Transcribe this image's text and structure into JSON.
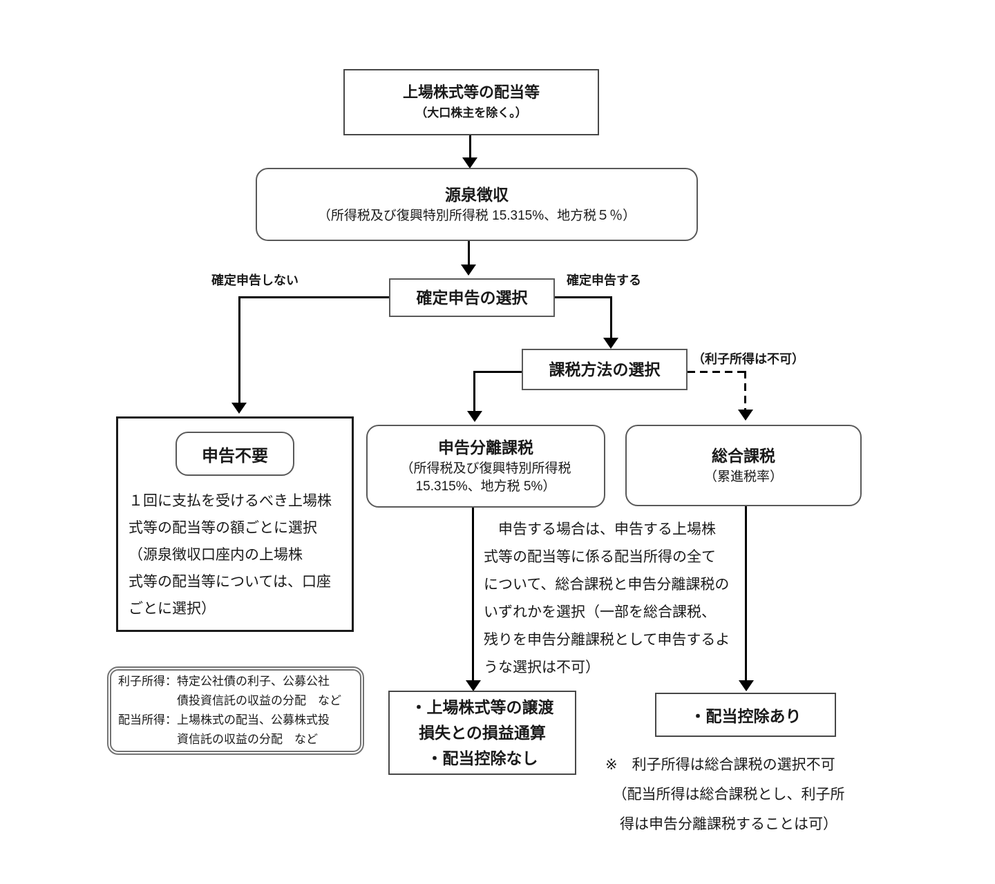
{
  "diagram": {
    "title_box": {
      "title": "上場株式等の配当等",
      "subtitle": "（大口株主を除く。）"
    },
    "withholding_box": {
      "title": "源泉徴収",
      "subtitle": "（所得税及び復興特別所得税 15.315%、地方税５％）"
    },
    "filing_decision_box": {
      "label": "確定申告の選択"
    },
    "branch_no_filing_label": "確定申告しない",
    "branch_filing_label": "確定申告する",
    "method_decision_box": {
      "label": "課税方法の選択"
    },
    "interest_not_allowed_label": "（利子所得は不可）",
    "no_declaration_box": {
      "title": "申告不要",
      "body": "１回に支払を受けるべき上場株\n式等の配当等の額ごとに選択\n（源泉徴収口座内の上場株\n式等の配当等については、口座\nごとに選択）"
    },
    "separate_tax_box": {
      "title": "申告分離課税",
      "subtitle": "（所得税及び復興特別所得税\n15.315%、地方税 5%）"
    },
    "comprehensive_tax_box": {
      "title": "総合課税",
      "subtitle": "（累進税率）"
    },
    "filing_note": "　申告する場合は、申告する上場株\n式等の配当等に係る配当所得の全て\nについて、総合課税と申告分離課税の\nいずれかを選択（一部を総合課税、\n残りを申告分離課税として申告するよ\nうな選択は不可）",
    "separate_result_box": "・上場株式等の譲渡\n損失との損益通算\n・配当控除なし",
    "comprehensive_result_box": "・配当控除あり",
    "footnote": "※　利子所得は総合課税の選択不可\n　（配当所得は総合課税とし、利子所\n　得は申告分離課税することは可）",
    "glossary_box": "利子所得：特定公社債の利子、公募公社\n　　　　　債投資信託の収益の分配　など\n配当所得：上場株式の配当、公募株式投\n　　　　　資信託の収益の分配　など",
    "colors": {
      "line": "#000000",
      "box_border": "#474747",
      "rounded_box_border": "#595959",
      "text": "#1a1a1a",
      "background": "#ffffff"
    }
  }
}
